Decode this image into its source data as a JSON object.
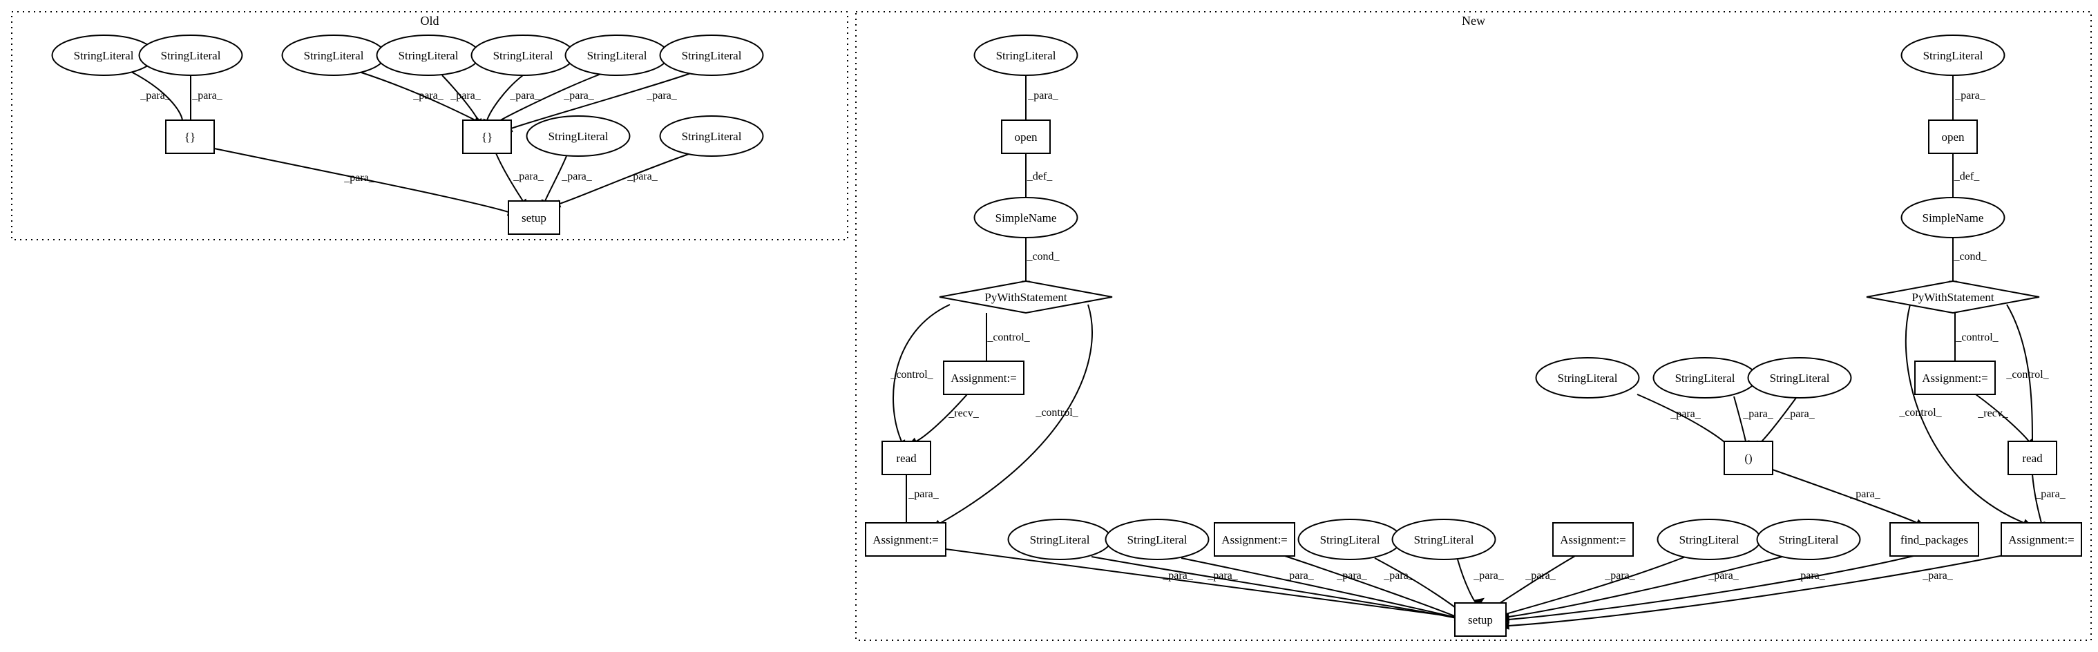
{
  "clusters": [
    {
      "id": "old",
      "label": "Old"
    },
    {
      "id": "new",
      "label": "New"
    }
  ],
  "nodes": [
    {
      "id": "o_s1",
      "label": "StringLiteral",
      "shape": "ellipse"
    },
    {
      "id": "o_s2",
      "label": "StringLiteral",
      "shape": "ellipse"
    },
    {
      "id": "o_s3",
      "label": "StringLiteral",
      "shape": "ellipse"
    },
    {
      "id": "o_s4",
      "label": "StringLiteral",
      "shape": "ellipse"
    },
    {
      "id": "o_s5",
      "label": "StringLiteral",
      "shape": "ellipse"
    },
    {
      "id": "o_s6",
      "label": "StringLiteral",
      "shape": "ellipse"
    },
    {
      "id": "o_s7",
      "label": "StringLiteral",
      "shape": "ellipse"
    },
    {
      "id": "o_s8",
      "label": "StringLiteral",
      "shape": "ellipse"
    },
    {
      "id": "o_s9",
      "label": "StringLiteral",
      "shape": "ellipse"
    },
    {
      "id": "o_b1",
      "label": "{}",
      "shape": "box"
    },
    {
      "id": "o_b2",
      "label": "{}",
      "shape": "box"
    },
    {
      "id": "o_setup",
      "label": "setup",
      "shape": "box"
    },
    {
      "id": "n_sl1",
      "label": "StringLiteral",
      "shape": "ellipse"
    },
    {
      "id": "n_open1",
      "label": "open",
      "shape": "box"
    },
    {
      "id": "n_sn1",
      "label": "SimpleName",
      "shape": "ellipse"
    },
    {
      "id": "n_pw1",
      "label": "PyWithStatement",
      "shape": "diamond"
    },
    {
      "id": "n_as1",
      "label": "Assignment:=",
      "shape": "box"
    },
    {
      "id": "n_read1",
      "label": "read",
      "shape": "box"
    },
    {
      "id": "n_as2",
      "label": "Assignment:=",
      "shape": "box"
    },
    {
      "id": "n_sl2",
      "label": "StringLiteral",
      "shape": "ellipse"
    },
    {
      "id": "n_open2",
      "label": "open",
      "shape": "box"
    },
    {
      "id": "n_sn2",
      "label": "SimpleName",
      "shape": "ellipse"
    },
    {
      "id": "n_pw2",
      "label": "PyWithStatement",
      "shape": "diamond"
    },
    {
      "id": "n_as3",
      "label": "Assignment:=",
      "shape": "box"
    },
    {
      "id": "n_read2",
      "label": "read",
      "shape": "box"
    },
    {
      "id": "n_as4",
      "label": "Assignment:=",
      "shape": "box"
    },
    {
      "id": "n_sl3",
      "label": "StringLiteral",
      "shape": "ellipse"
    },
    {
      "id": "n_sl4",
      "label": "StringLiteral",
      "shape": "ellipse"
    },
    {
      "id": "n_sl5",
      "label": "StringLiteral",
      "shape": "ellipse"
    },
    {
      "id": "n_paren",
      "label": "()",
      "shape": "box"
    },
    {
      "id": "n_find",
      "label": "find_packages",
      "shape": "box"
    },
    {
      "id": "n_sl6",
      "label": "StringLiteral",
      "shape": "ellipse"
    },
    {
      "id": "n_sl7",
      "label": "StringLiteral",
      "shape": "ellipse"
    },
    {
      "id": "n_as5",
      "label": "Assignment:=",
      "shape": "box"
    },
    {
      "id": "n_sl8",
      "label": "StringLiteral",
      "shape": "ellipse"
    },
    {
      "id": "n_sl9",
      "label": "StringLiteral",
      "shape": "ellipse"
    },
    {
      "id": "n_as6",
      "label": "Assignment:=",
      "shape": "box"
    },
    {
      "id": "n_sl10",
      "label": "StringLiteral",
      "shape": "ellipse"
    },
    {
      "id": "n_sl11",
      "label": "StringLiteral",
      "shape": "ellipse"
    },
    {
      "id": "n_setup",
      "label": "setup",
      "shape": "box"
    }
  ],
  "edges": [
    {
      "from": "o_s1",
      "to": "o_b1",
      "label": "_para_"
    },
    {
      "from": "o_s2",
      "to": "o_b1",
      "label": "_para_"
    },
    {
      "from": "o_s3",
      "to": "o_b2",
      "label": "_para_"
    },
    {
      "from": "o_s4",
      "to": "o_b2",
      "label": "_para_"
    },
    {
      "from": "o_s5",
      "to": "o_b2",
      "label": "_para_"
    },
    {
      "from": "o_s6",
      "to": "o_b2",
      "label": "_para_"
    },
    {
      "from": "o_s7",
      "to": "o_b2",
      "label": "_para_"
    },
    {
      "from": "o_b1",
      "to": "o_setup",
      "label": "_para_"
    },
    {
      "from": "o_b2",
      "to": "o_setup",
      "label": "_para_"
    },
    {
      "from": "o_s8",
      "to": "o_setup",
      "label": "_para_"
    },
    {
      "from": "o_s9",
      "to": "o_setup",
      "label": "_para_"
    },
    {
      "from": "n_sl1",
      "to": "n_open1",
      "label": "_para_"
    },
    {
      "from": "n_open1",
      "to": "n_sn1",
      "label": "_def_"
    },
    {
      "from": "n_sn1",
      "to": "n_pw1",
      "label": "_cond_"
    },
    {
      "from": "n_pw1",
      "to": "n_as1",
      "label": "_control_"
    },
    {
      "from": "n_pw1",
      "to": "n_read1",
      "label": "_control_"
    },
    {
      "from": "n_pw1",
      "to": "n_as2",
      "label": "_control_"
    },
    {
      "from": "n_as1",
      "to": "n_read1",
      "label": "_recv_"
    },
    {
      "from": "n_read1",
      "to": "n_as2",
      "label": "_para_"
    },
    {
      "from": "n_sl2",
      "to": "n_open2",
      "label": "_para_"
    },
    {
      "from": "n_open2",
      "to": "n_sn2",
      "label": "_def_"
    },
    {
      "from": "n_sn2",
      "to": "n_pw2",
      "label": "_cond_"
    },
    {
      "from": "n_pw2",
      "to": "n_as3",
      "label": "_control_"
    },
    {
      "from": "n_pw2",
      "to": "n_read2",
      "label": "_control_"
    },
    {
      "from": "n_pw2",
      "to": "n_as4",
      "label": "_control_"
    },
    {
      "from": "n_as3",
      "to": "n_read2",
      "label": "_recv_"
    },
    {
      "from": "n_read2",
      "to": "n_as4",
      "label": "_para_"
    },
    {
      "from": "n_sl3",
      "to": "n_paren",
      "label": "_para_"
    },
    {
      "from": "n_sl4",
      "to": "n_paren",
      "label": "_para_"
    },
    {
      "from": "n_sl5",
      "to": "n_paren",
      "label": "_para_"
    },
    {
      "from": "n_paren",
      "to": "n_find",
      "label": "_para_"
    },
    {
      "from": "n_as2",
      "to": "n_setup",
      "label": "_para_"
    },
    {
      "from": "n_sl6",
      "to": "n_setup",
      "label": "_para_"
    },
    {
      "from": "n_sl7",
      "to": "n_setup",
      "label": "_para_"
    },
    {
      "from": "n_as5",
      "to": "n_setup",
      "label": "_para_"
    },
    {
      "from": "n_sl8",
      "to": "n_setup",
      "label": "_para_"
    },
    {
      "from": "n_sl9",
      "to": "n_setup",
      "label": "_para_"
    },
    {
      "from": "n_as6",
      "to": "n_setup",
      "label": "_para_"
    },
    {
      "from": "n_sl10",
      "to": "n_setup",
      "label": "_para_"
    },
    {
      "from": "n_sl11",
      "to": "n_setup",
      "label": "_para_"
    },
    {
      "from": "n_find",
      "to": "n_setup",
      "label": "_para_"
    },
    {
      "from": "n_as4",
      "to": "n_setup",
      "label": "_para_"
    }
  ]
}
